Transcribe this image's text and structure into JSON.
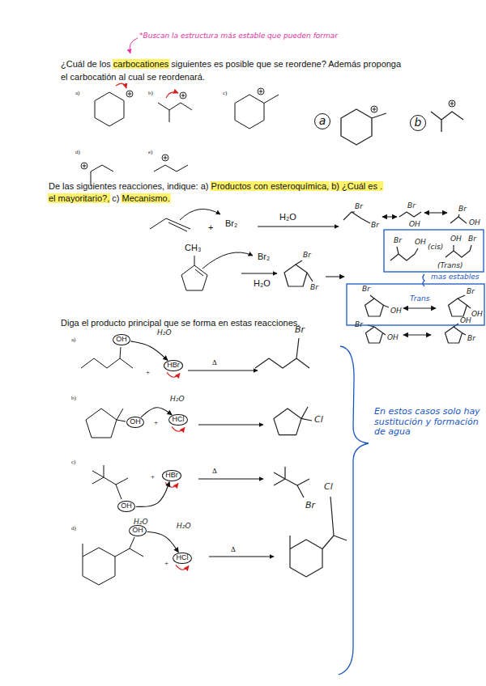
{
  "diagram": {
    "nodes": [
      {
        "text": [
          "a"
        ]
      },
      {
        "text": [
          "b"
        ]
      },
      {
        "text": [
          "OH"
        ]
      },
      {
        "text": [
          "HBr"
        ]
      },
      {
        "text": [
          "OH"
        ]
      },
      {
        "text": [
          "HCl"
        ]
      },
      {
        "text": [
          "HBr"
        ]
      },
      {
        "text": [
          "OH"
        ]
      },
      {
        "text": [
          "OH"
        ]
      },
      {
        "text": [
          "HCl"
        ]
      }
    ],
    "edges": [
      {
        "from": 2,
        "to": 3,
        "arrow": "to"
      },
      {
        "from": 4,
        "to": 5,
        "arrow": "to"
      },
      {
        "from": 7,
        "to": 6,
        "arrow": "to"
      },
      {
        "from": 8,
        "to": 9,
        "arrow": "to"
      }
    ],
    "labels": [
      "*Buscan la estructura más estable que pueden formar",
      "¿Cuál de los carbocationes siguientes es posible que se reordene? Además proponga",
      "el carbocatión al cual se reordenará.",
      "a)",
      "b)",
      "c)",
      "d)",
      "e)",
      "De las siguientes reacciones, indique: a) Productos  con esteroquímica, b) ¿Cuál es .",
      "el mayoritario?,  c) Mecanismo.",
      "+",
      "Br₂",
      "H₂O",
      "Br",
      "Br",
      "Br",
      "OH",
      "Br",
      "OH",
      "Br",
      "OH",
      "(cis)",
      "OH",
      "Br",
      "(Trans)",
      "mas estables",
      "CH₃",
      "Br₂",
      "H₂O",
      "Br",
      "Br",
      "Br",
      "OH",
      "Trans",
      "Br",
      "OH",
      "Br",
      "OH",
      "OH",
      "Br",
      "Diga el producto principal que se forma en estas reacciones.",
      "a)",
      "H₂O",
      "+",
      "Δ",
      "Br",
      "b)",
      "H₂O",
      "+",
      "Cl",
      "c)",
      "+",
      "Δ",
      "H₂O",
      "Br",
      "d)",
      "H₂O",
      "+",
      "Δ",
      "Cl",
      "En estos casos solo hay sustitución y formación de agua"
    ]
  }
}
